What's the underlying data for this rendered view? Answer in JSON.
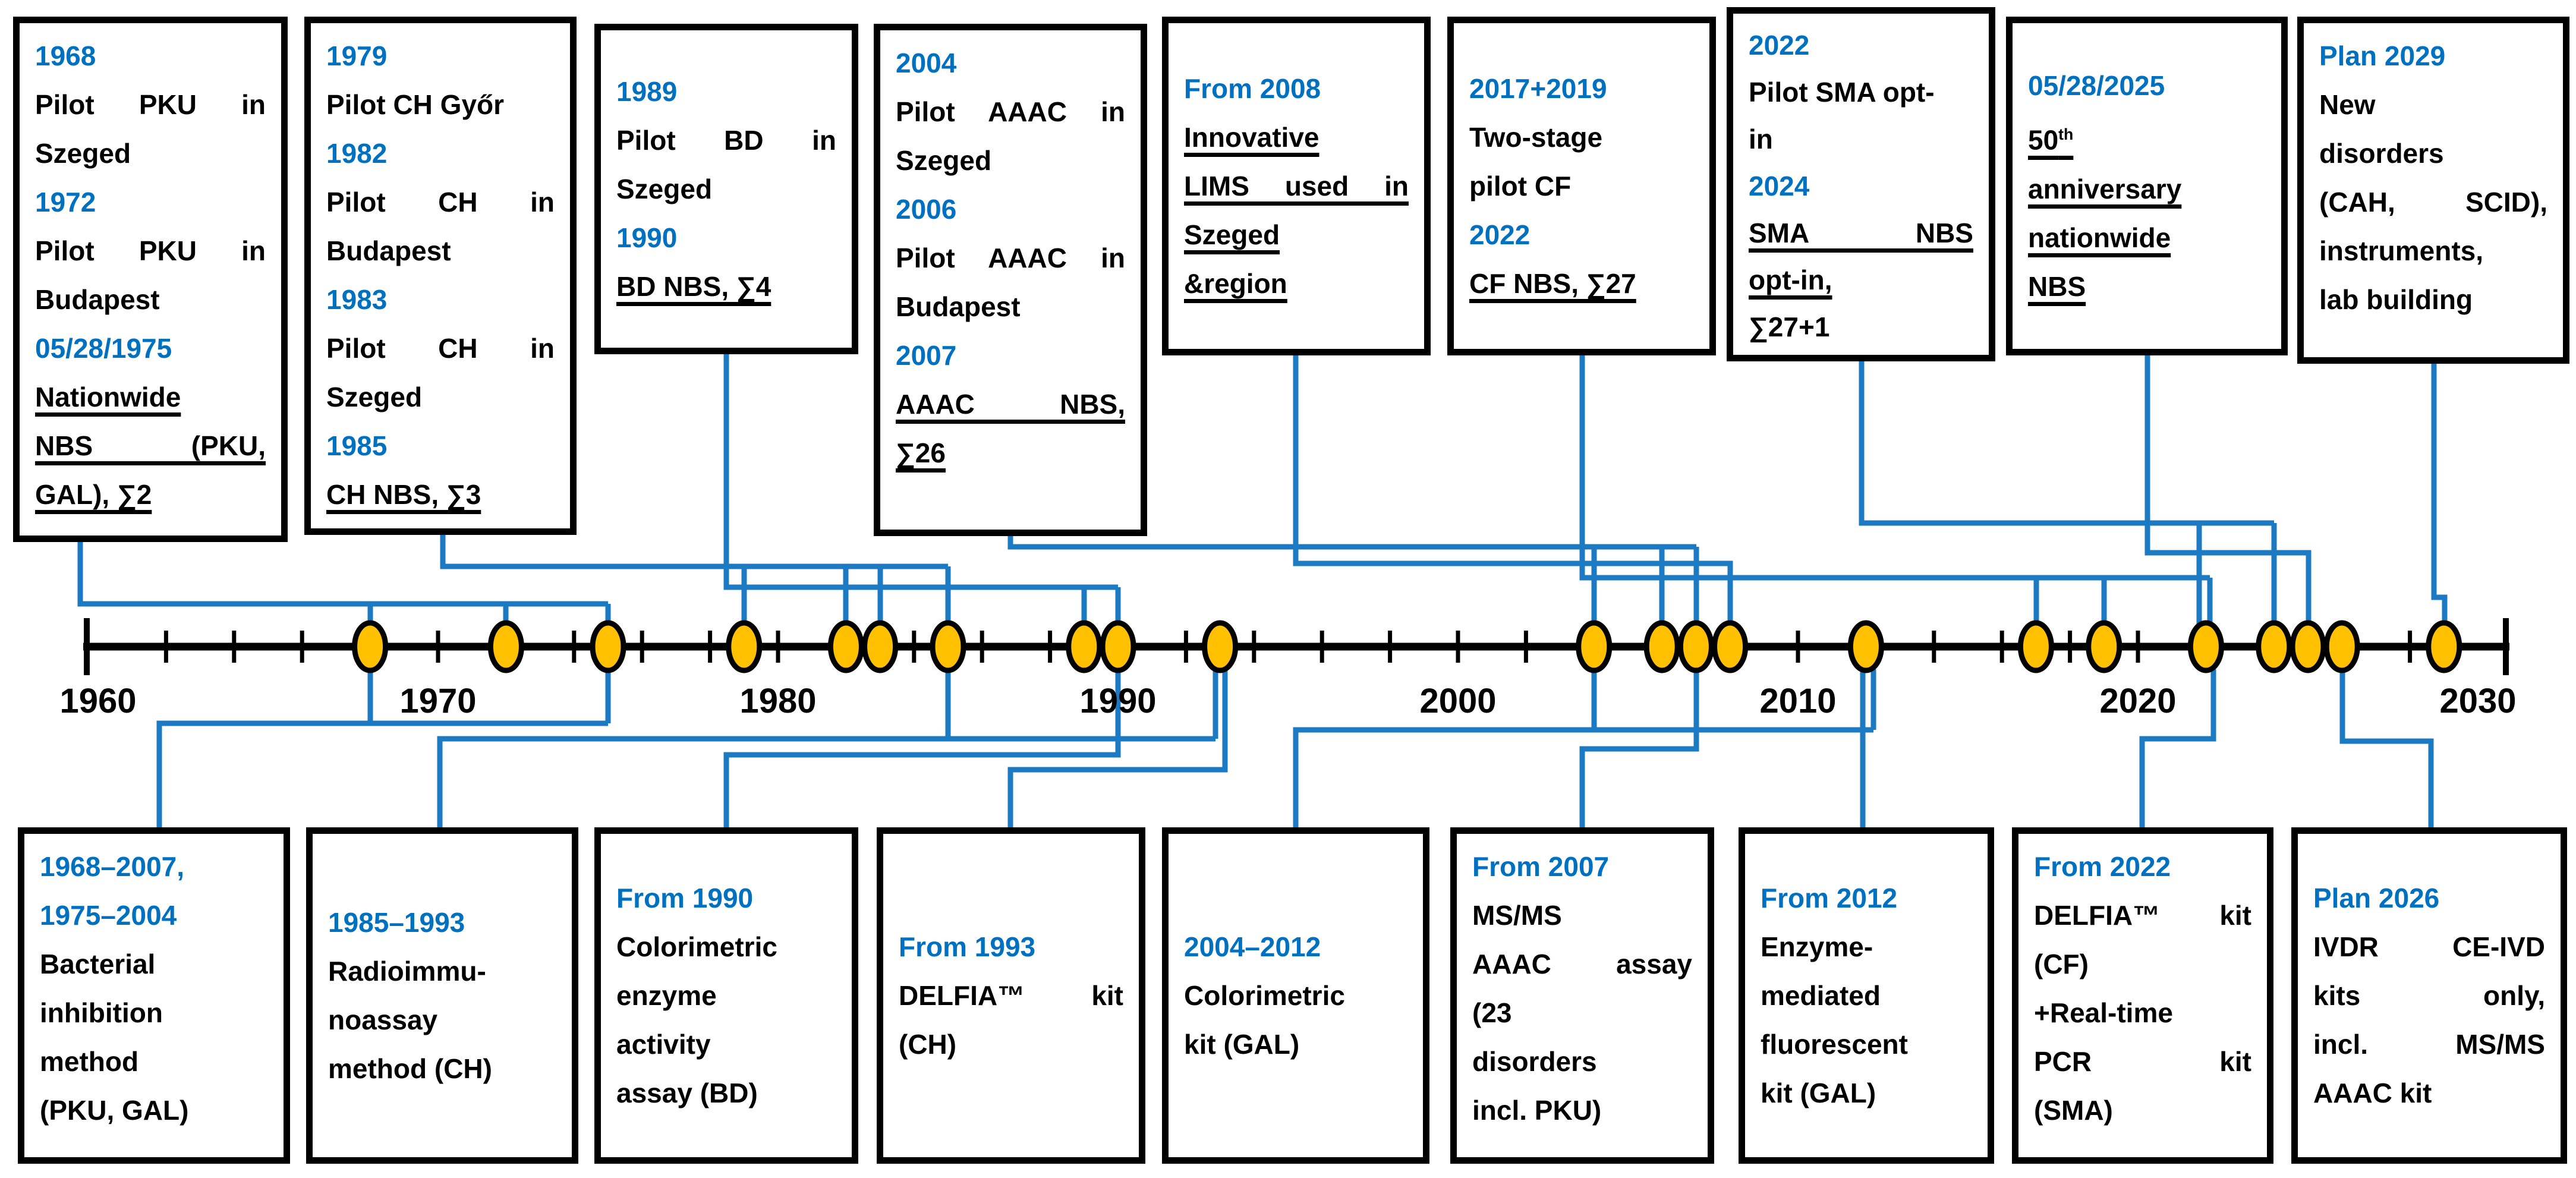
{
  "colors": {
    "accent_blue": "#0070C0",
    "connector_blue": "#1B7AC1",
    "marker_fill": "#FFC000",
    "marker_stroke": "#000000",
    "axis_black": "#000000"
  },
  "timeline": {
    "start_year": 1960,
    "end_year": 2030,
    "tick_interval": 2,
    "decade_labels": [
      "1960",
      "1970",
      "1980",
      "1990",
      "2000",
      "2010",
      "2020",
      "2030"
    ],
    "marker_years": [
      1968,
      1972,
      1975,
      1979,
      1982,
      1983,
      1985,
      1989,
      1990,
      1993,
      2004,
      2006,
      2007,
      2008,
      2012,
      2017,
      2019,
      2022,
      2024,
      2025,
      2026,
      2029
    ]
  },
  "top_boxes": [
    {
      "name": "event-box-pku-nationwide",
      "valign": "top",
      "lines": [
        {
          "text": "1968",
          "color": "blue"
        },
        {
          "text": "Pilot PKU in",
          "j": true
        },
        {
          "text": "Szeged"
        },
        {
          "text": "1972",
          "color": "blue"
        },
        {
          "text": "Pilot PKU in",
          "j": true
        },
        {
          "text": "Budapest"
        },
        {
          "text": "05/28/1975",
          "color": "blue"
        },
        {
          "text": "Nationwide",
          "u": true
        },
        {
          "text": "NBS (PKU,",
          "u": true,
          "j": true
        },
        {
          "text": "GAL), ∑2",
          "u": true
        }
      ]
    },
    {
      "name": "event-box-ch-nbs",
      "valign": "top",
      "lines": [
        {
          "text": "1979",
          "color": "blue"
        },
        {
          "text": "Pilot CH Győr"
        },
        {
          "text": "1982",
          "color": "blue"
        },
        {
          "text": "Pilot CH in",
          "j": true
        },
        {
          "text": "Budapest"
        },
        {
          "text": "1983",
          "color": "blue"
        },
        {
          "text": "Pilot CH in",
          "j": true
        },
        {
          "text": "Szeged"
        },
        {
          "text": "1985",
          "color": "blue"
        },
        {
          "text": "CH NBS, ∑3",
          "u": true
        }
      ]
    },
    {
      "name": "event-box-bd-nbs",
      "valign": "center",
      "lines": [
        {
          "text": "1989",
          "color": "blue"
        },
        {
          "text": "Pilot BD in",
          "j": true
        },
        {
          "text": "Szeged"
        },
        {
          "text": "1990",
          "color": "blue"
        },
        {
          "text": "BD NBS, ∑4",
          "u": true
        }
      ]
    },
    {
      "name": "event-box-aaac-nbs",
      "valign": "top",
      "lines": [
        {
          "text": "2004",
          "color": "blue"
        },
        {
          "text": "Pilot AAAC in",
          "j": true
        },
        {
          "text": "Szeged"
        },
        {
          "text": "2006",
          "color": "blue"
        },
        {
          "text": "Pilot AAAC in",
          "j": true
        },
        {
          "text": "Budapest"
        },
        {
          "text": "2007",
          "color": "blue"
        },
        {
          "text": "AAAC NBS,",
          "u": true,
          "j": true
        },
        {
          "text": "∑26",
          "u": true
        }
      ]
    },
    {
      "name": "event-box-lims",
      "valign": "center",
      "lines": [
        {
          "text": "From 2008",
          "color": "blue"
        },
        {
          "text": "Innovative",
          "u": true
        },
        {
          "text": "LIMS used in",
          "u": true,
          "j": true
        },
        {
          "text": "Szeged",
          "u": true
        },
        {
          "text": "&region",
          "u": true
        }
      ]
    },
    {
      "name": "event-box-cf-nbs",
      "valign": "center",
      "lines": [
        {
          "text": "2017+2019",
          "color": "blue"
        },
        {
          "text": "Two-stage"
        },
        {
          "text": "pilot CF"
        },
        {
          "text": "2022",
          "color": "blue"
        },
        {
          "text": "CF NBS, ∑27",
          "u": true
        }
      ]
    },
    {
      "name": "event-box-sma-nbs",
      "valign": "top",
      "lines": [
        {
          "text": "2022",
          "color": "blue"
        },
        {
          "text": "Pilot SMA opt-"
        },
        {
          "text": "in"
        },
        {
          "text": "2024",
          "color": "blue"
        },
        {
          "text": "SMA NBS",
          "u": true,
          "j": true
        },
        {
          "text": "opt-in,",
          "u": true
        },
        {
          "text": "∑27+1"
        }
      ]
    },
    {
      "name": "event-box-50th-anniversary",
      "valign": "center",
      "lines": [
        {
          "text": "05/28/2025",
          "color": "blue"
        },
        {
          "parts": [
            {
              "t": "50"
            },
            {
              "t": "th",
              "sup": true
            }
          ],
          "u": true
        },
        {
          "text": "anniversary",
          "u": true
        },
        {
          "text": "nationwide",
          "u": true
        },
        {
          "text": "NBS",
          "u": true
        }
      ]
    },
    {
      "name": "event-box-plan-2029",
      "valign": "top",
      "lines": [
        {
          "text": "Plan 2029",
          "color": "blue"
        },
        {
          "text": "New"
        },
        {
          "text": "disorders"
        },
        {
          "text": "(CAH, SCID),",
          "j": true
        },
        {
          "text": "instruments,"
        },
        {
          "text": "lab building"
        }
      ]
    }
  ],
  "bottom_boxes": [
    {
      "name": "method-box-bacterial-inhibition",
      "valign": "top",
      "lines": [
        {
          "text": "1968–2007,",
          "color": "blue"
        },
        {
          "text": "1975–2004",
          "color": "blue"
        },
        {
          "text": "Bacterial"
        },
        {
          "text": "inhibition"
        },
        {
          "text": "method"
        },
        {
          "text": "(PKU, GAL)"
        }
      ]
    },
    {
      "name": "method-box-radioimmunoassay",
      "valign": "center",
      "lines": [
        {
          "text": "1985–1993",
          "color": "blue"
        },
        {
          "text": "Radioimmu-"
        },
        {
          "text": "noassay"
        },
        {
          "text": "method (CH)"
        }
      ]
    },
    {
      "name": "method-box-colorimetric-bd",
      "valign": "center",
      "lines": [
        {
          "text": "From 1990",
          "color": "blue"
        },
        {
          "text": "Colorimetric"
        },
        {
          "text": "enzyme"
        },
        {
          "text": "activity"
        },
        {
          "text": "assay (BD)"
        }
      ]
    },
    {
      "name": "method-box-delfia-ch",
      "valign": "center",
      "lines": [
        {
          "text": "From 1993",
          "color": "blue"
        },
        {
          "text": "DELFIA™ kit",
          "j": true
        },
        {
          "text": "(CH)"
        }
      ]
    },
    {
      "name": "method-box-colorimetric-gal",
      "valign": "center",
      "lines": [
        {
          "text": "2004–2012",
          "color": "blue"
        },
        {
          "text": "Colorimetric"
        },
        {
          "text": "kit (GAL)"
        }
      ]
    },
    {
      "name": "method-box-msms-aaac",
      "valign": "top",
      "lines": [
        {
          "text": "From 2007",
          "color": "blue"
        },
        {
          "text": "MS/MS"
        },
        {
          "text": "AAAC assay",
          "j": true
        },
        {
          "text": "(23"
        },
        {
          "text": "disorders"
        },
        {
          "text": "incl. PKU)"
        }
      ]
    },
    {
      "name": "method-box-fluorescent-gal",
      "valign": "center",
      "lines": [
        {
          "text": "From 2012",
          "color": "blue"
        },
        {
          "text": "Enzyme-"
        },
        {
          "text": "mediated"
        },
        {
          "text": "fluorescent"
        },
        {
          "text": "kit (GAL)"
        }
      ]
    },
    {
      "name": "method-box-delfia-cf-pcr-sma",
      "valign": "top",
      "lines": [
        {
          "text": "From 2022",
          "color": "blue"
        },
        {
          "text": "DELFIA™ kit",
          "j": true
        },
        {
          "text": "(CF)"
        },
        {
          "text": "+Real-time"
        },
        {
          "text": "PCR kit",
          "j": true
        },
        {
          "text": "(SMA)"
        }
      ]
    },
    {
      "name": "method-box-plan-2026",
      "valign": "center",
      "lines": [
        {
          "text": "Plan 2026",
          "color": "blue"
        },
        {
          "text": "IVDR CE-IVD",
          "j": true
        },
        {
          "text": "kits only,",
          "j": true
        },
        {
          "text": "incl. MS/MS",
          "j": true
        },
        {
          "text": "AAAC kit"
        }
      ]
    }
  ]
}
